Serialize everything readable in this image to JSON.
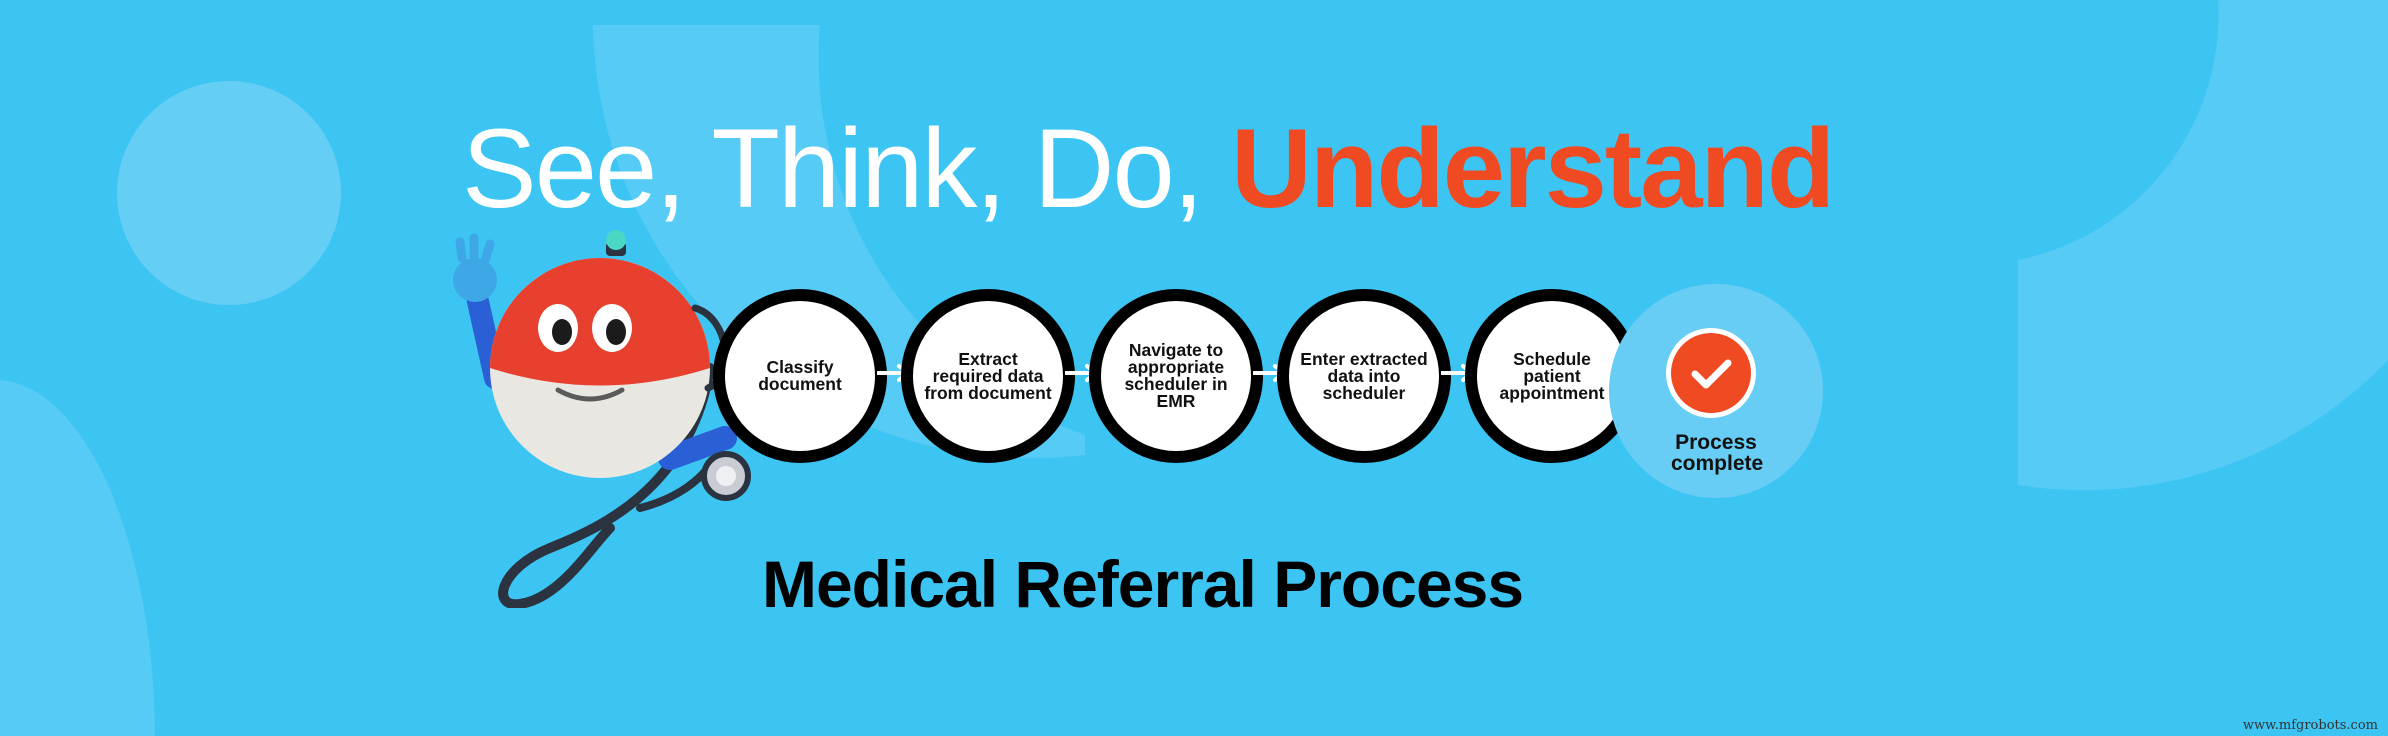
{
  "headline": {
    "part1": "See, Think, Do,",
    "part2": "Understand"
  },
  "steps": [
    {
      "label": "Classify document"
    },
    {
      "label": "Extract required data from document"
    },
    {
      "label": "Navigate to appropriate scheduler in EMR"
    },
    {
      "label": "Enter extracted data into scheduler"
    },
    {
      "label": "Schedule patient appointment"
    }
  ],
  "completion": {
    "label": "Process complete"
  },
  "subtitle": "Medical Referral Process",
  "watermark": "www.mfgrobots.com",
  "colors": {
    "background": "#3cc5f3",
    "accent": "#f04a23",
    "circle_border": "#000000",
    "circle_fill": "#ffffff"
  },
  "icons": {
    "mascot": "robot-doctor-mascot",
    "complete": "checkmark-icon",
    "connector": "arrow-right-icon"
  }
}
